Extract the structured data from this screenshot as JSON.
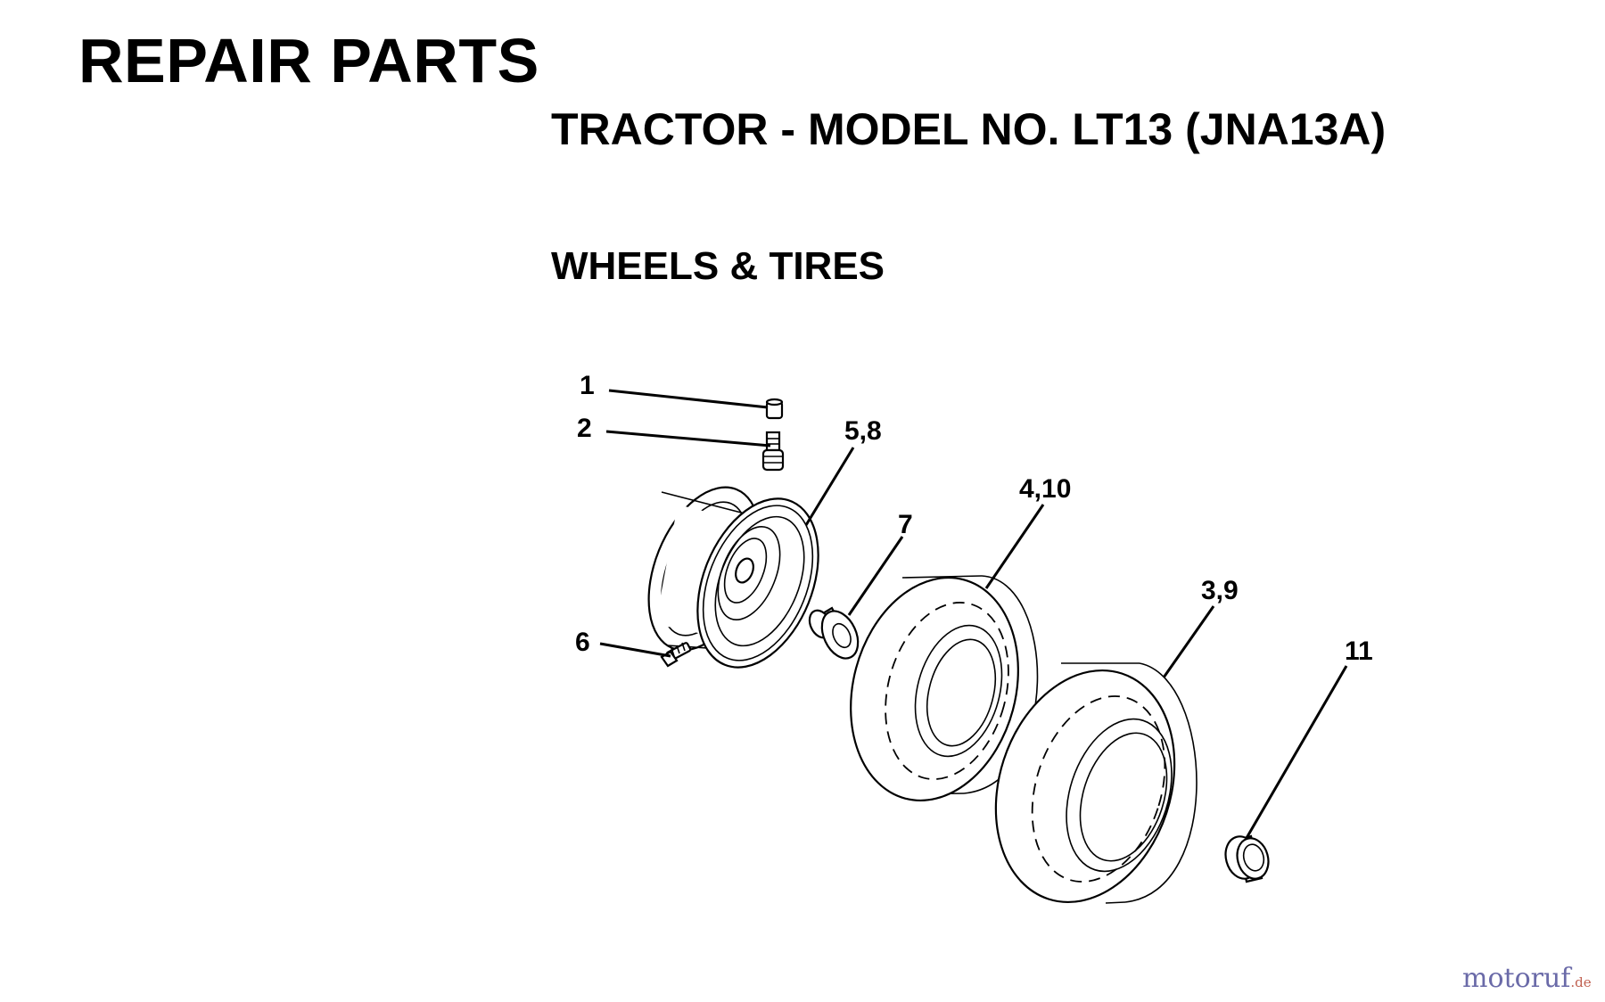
{
  "header": {
    "title": "REPAIR PARTS",
    "subtitle": "TRACTOR - MODEL NO. LT13 (JNA13A)",
    "section": "WHEELS & TIRES"
  },
  "callouts": {
    "c1": "1",
    "c2": "2",
    "c3": "3,9",
    "c4": "4,10",
    "c5": "5,8",
    "c6": "6",
    "c7": "7",
    "c11": "11"
  },
  "watermark": {
    "main": "motoruf",
    "tld": ".de"
  }
}
